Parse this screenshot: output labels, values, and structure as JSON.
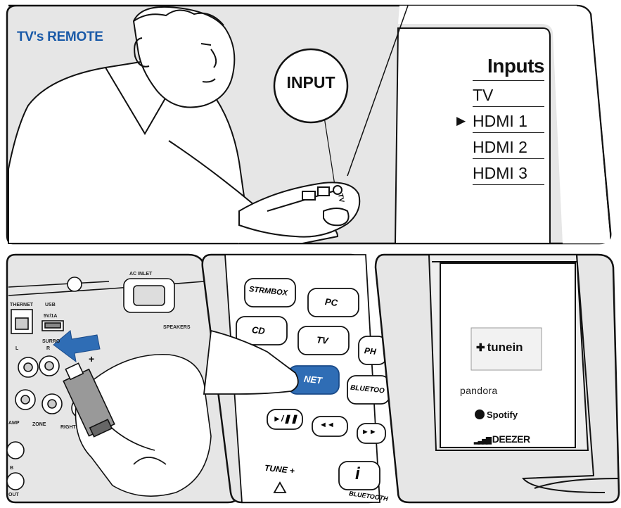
{
  "top_panel": {
    "remote_label": "TV's REMOTE",
    "input_button_label": "INPUT",
    "remote_tv_label": "TV",
    "inputs_menu": {
      "title": "Inputs",
      "items": [
        {
          "label": "TV",
          "selected": false
        },
        {
          "label": "HDMI 1",
          "selected": true
        },
        {
          "label": "HDMI 2",
          "selected": false
        },
        {
          "label": "HDMI 3",
          "selected": false
        }
      ],
      "cursor_glyph": "▶"
    }
  },
  "rear_panel": {
    "ac_inlet": "AC INLET",
    "ethernet": "THERNET",
    "usb": "USB",
    "usb_rating": "5V/1A",
    "speakers": "SPEAKERS",
    "surround": "SURRO",
    "r_label": "R",
    "l_label": "L",
    "plus": "+",
    "zone": "ZONE",
    "right": "RIGHT",
    "amp": "AMP",
    "b_label": "B",
    "out_label": "OUT"
  },
  "remote_panel": {
    "buttons": {
      "strmbox": "STRMBOX",
      "pc": "PC",
      "cd": "CD",
      "tv": "TV",
      "ph": "PH",
      "net": "NET",
      "bluetooth": "BLUETOO",
      "play_pause": "►/❚❚",
      "prev": "◄◄",
      "next": "►►",
      "tune": "TUNE +",
      "info": "i",
      "bluetooth_bottom": "BLUETOOTH"
    },
    "net_color": "#2f6db5"
  },
  "tv_panel": {
    "services": {
      "tunein": "tunein",
      "pandora": "pandora",
      "spotify": "Spotify",
      "deezer": "DEEZER"
    }
  },
  "colors": {
    "panel_bg": "#e6e6e6",
    "screen_bg": "#eeeeee",
    "accent_blue": "#1a5aa8",
    "outline": "#111111"
  }
}
